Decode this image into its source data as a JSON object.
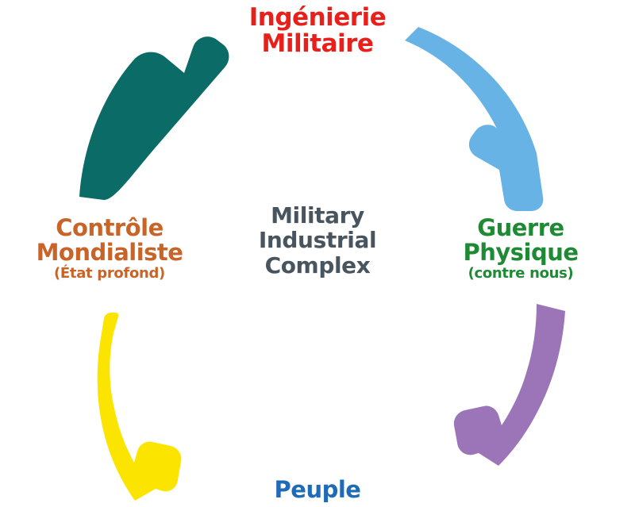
{
  "diagram": {
    "type": "cycle",
    "title": "Military Industrial Complex cycle",
    "background_color": "#FFFFFF",
    "center": {
      "line1": "Military",
      "line2": "Industrial",
      "line3": "Complex",
      "color": "#48555F"
    },
    "nodes": [
      {
        "id": "ingenierie-militaire",
        "position": "top",
        "line1": "Ingénierie",
        "line2": "Militaire",
        "sub": "",
        "color": "#E8201C"
      },
      {
        "id": "guerre-physique",
        "position": "right",
        "line1": "Guerre",
        "line2": "Physique",
        "sub": "(contre nous)",
        "color": "#1E8A34"
      },
      {
        "id": "peuple",
        "position": "bottom",
        "line1": "Peuple",
        "line2": "",
        "sub": "",
        "color": "#1F6BB5"
      },
      {
        "id": "controle-mondialiste",
        "position": "left",
        "line1": "Contrôle",
        "line2": "Mondialiste",
        "sub": "(État profond)",
        "color": "#C86428"
      }
    ],
    "arrows": [
      {
        "id": "arrow-top-right",
        "name": "arrow-ingenierie-to-guerre",
        "from": "ingenierie-militaire",
        "to": "guerre-physique",
        "direction": "down-right",
        "color": "#68B3E5"
      },
      {
        "id": "arrow-bottom-right",
        "name": "arrow-guerre-to-peuple",
        "from": "guerre-physique",
        "to": "peuple",
        "direction": "down-left",
        "color": "#9B75B8"
      },
      {
        "id": "arrow-bottom-left",
        "name": "arrow-peuple-to-controle",
        "from": "peuple",
        "to": "controle-mondialiste",
        "direction": "up-left",
        "color": "#FBE500"
      },
      {
        "id": "arrow-top-left",
        "name": "arrow-controle-to-ingenierie",
        "from": "controle-mondialiste",
        "to": "ingenierie-militaire",
        "direction": "up-right",
        "color": "#0B6B66"
      }
    ]
  }
}
